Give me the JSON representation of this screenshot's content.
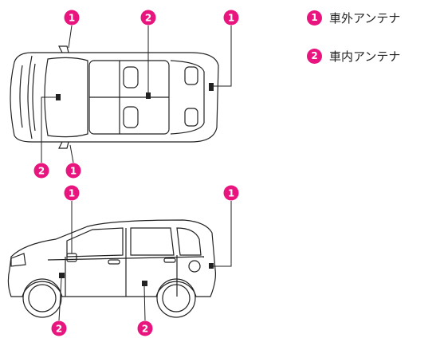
{
  "legend": [
    {
      "number": "1",
      "label": "車外アンテナ"
    },
    {
      "number": "2",
      "label": "車内アンテナ"
    }
  ],
  "markers": {
    "top_view": [
      "1",
      "2",
      "1",
      "2",
      "1"
    ],
    "side_view": [
      "1",
      "1",
      "2",
      "2"
    ]
  },
  "colors": {
    "marker": "#e8157f",
    "line": "#222222"
  }
}
